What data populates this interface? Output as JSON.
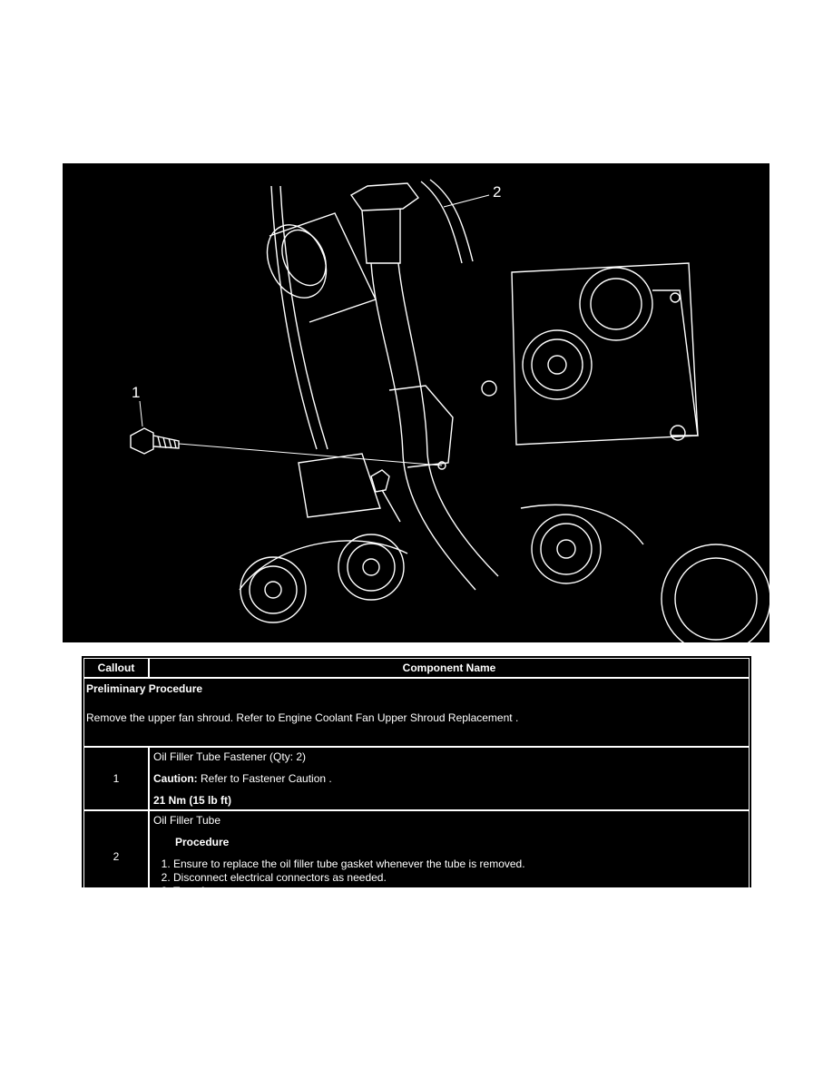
{
  "illustration": {
    "callouts": [
      "1",
      "2"
    ],
    "background": "#000000",
    "line_color": "#ffffff"
  },
  "table": {
    "headers": {
      "callout": "Callout",
      "component": "Component Name"
    },
    "preliminary": {
      "title": "Preliminary Procedure",
      "text": "Remove the upper fan shroud. Refer to Engine Coolant Fan Upper Shroud Replacement ."
    },
    "rows": [
      {
        "callout": "1",
        "name": "Oil Filler Tube Fastener (Qty: 2)",
        "caution_label": "Caution:",
        "caution_text": " Refer to Fastener Caution .",
        "torque": "21 Nm (15 lb ft)"
      },
      {
        "callout": "2",
        "name": "Oil Filler Tube",
        "procedure_title": "Procedure",
        "steps": [
          "Ensure to replace the oil filler tube gasket whenever the tube is removed.",
          "Disconnect electrical connectors as needed.",
          "Transfer components as necessary."
        ]
      }
    ]
  }
}
